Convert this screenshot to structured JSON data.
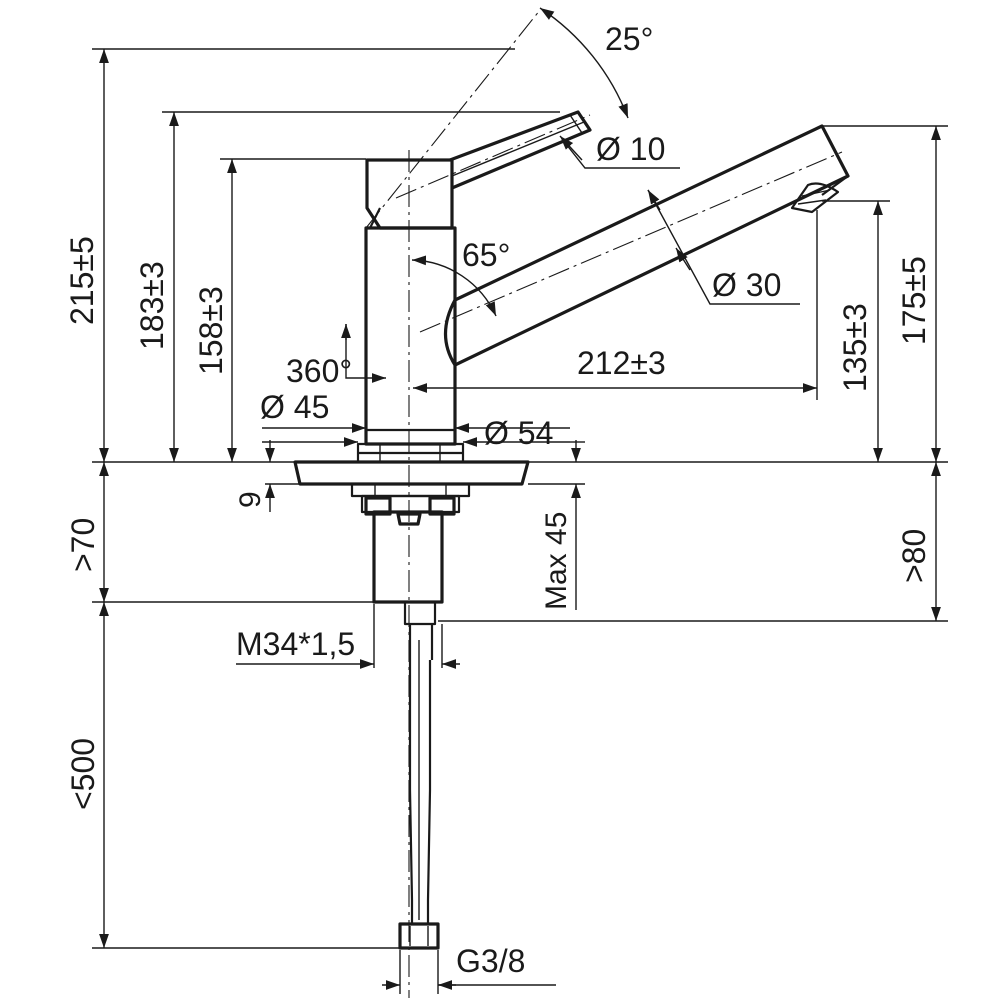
{
  "dimensions": {
    "angle_lever": "25°",
    "lever_diameter": "Ø 10",
    "overall_height": "215±5",
    "lever_height": "183±3",
    "body_height": "158±3",
    "swivel_angle": "65°",
    "spout_diameter": "Ø 30",
    "rotation": "360°",
    "spout_reach": "212±3",
    "base_diameter_small": "Ø 45",
    "base_diameter_large": "Ø 54",
    "outlet_height": "135±3",
    "spout_height": "175±5",
    "plate_thickness": "9",
    "min_depth_left": ">70",
    "max_counter": "Max 45",
    "min_depth_right": ">80",
    "thread": "M34*1,5",
    "hose_length": "<500",
    "connection": "G3/8"
  }
}
